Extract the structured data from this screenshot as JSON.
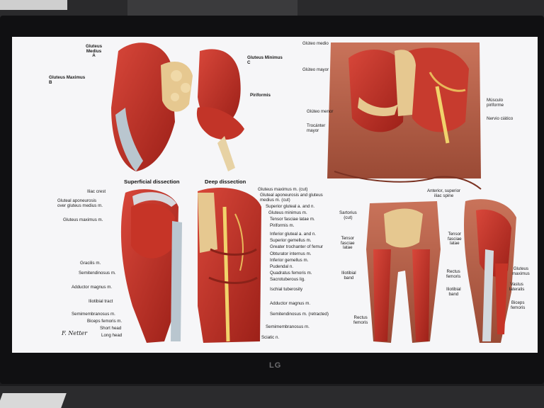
{
  "monitor": {
    "brand": "LG"
  },
  "plate_top_left": {
    "labels": [
      "Gluteus\nMedius\nA",
      "Gluteus Maximus\nB",
      "Gluteus Minimus\nC",
      "Piriformis"
    ]
  },
  "plate_top_right": {
    "labels": [
      "Glúteo medio",
      "Glúteo mayor",
      "Glúteo menor",
      "Trocánter\nmayor",
      "Músculo\npiriforme",
      "Nervio ciático"
    ]
  },
  "plate_bottom_left": {
    "superficial_title": "Superficial dissection",
    "deep_title": "Deep dissection",
    "left_labels": [
      "Iliac crest",
      "Gluteal aponeurosis\nover gluteus medius m.",
      "Gluteus maximus m.",
      "Gracilis m.",
      "Semitendinosus m.",
      "Adductor magnus m.",
      "Iliotibial tract",
      "Semimembranosus m.",
      "Biceps femoris m.",
      "Short head",
      "Long head"
    ],
    "right_labels": [
      "Gluteus maximus m. (cut)",
      "Gluteal aponeurosis and gluteus\nmedius m. (cut)",
      "Superior gluteal a. and n.",
      "Gluteus minimus m.",
      "Tensor fasciae latae m.",
      "Piriformis m.",
      "Inferior gluteal a. and n.",
      "Superior gemellus m.",
      "Greater trochanter of femur",
      "Obturator internus m.",
      "Inferior gemellus m.",
      "Pudendal n.",
      "Quadratus femoris m.",
      "Sacrotuberous lig.",
      "Ischial tuberosity",
      "Adductor magnus m.",
      "Semitendinosus m. (retracted)",
      "Semimembranosus m.",
      "Sciatic n."
    ],
    "signature": "F. Netter"
  },
  "plate_bottom_right": {
    "labels": [
      "Anterior, superior\niliac spine",
      "Sartorius\n(cut)",
      "Tensor\nfasciae\nlatae",
      "Iliotibial\nband",
      "Rectus\nfemoris",
      "Tensor\nfasciae\nlatae",
      "Rectus\nfemoris",
      "Iliotibial\nband",
      "Gluteus\nmaximus",
      "Vastus\nlateralis",
      "Biceps\nfemoris"
    ]
  }
}
